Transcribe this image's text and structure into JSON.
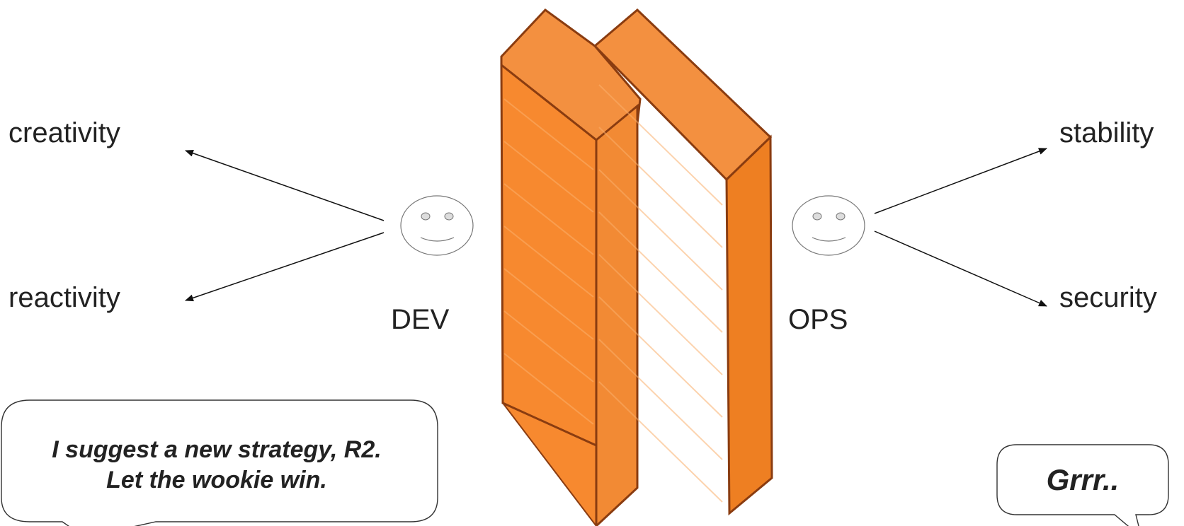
{
  "dev": {
    "label": "DEV",
    "goals": [
      "creativity",
      "reactivity"
    ],
    "speech": [
      "I suggest a new strategy, R2.",
      "Let the wookie win."
    ]
  },
  "ops": {
    "label": "OPS",
    "goals": [
      "stability",
      "security"
    ],
    "speech": [
      "Grrr.."
    ]
  },
  "colors": {
    "wall_front": "#f7892f",
    "wall_top": "#f28a34",
    "wall_side": "#ee7f22",
    "wall_edge": "#8a3c10",
    "line": "#111111",
    "face": "#777777"
  }
}
